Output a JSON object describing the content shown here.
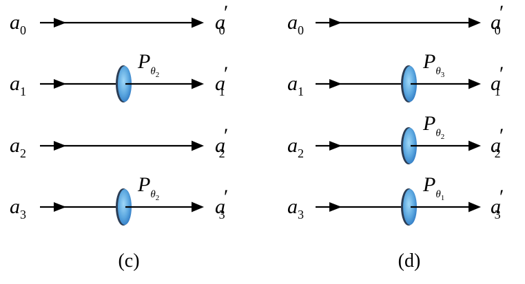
{
  "panels": [
    {
      "caption": "(c)",
      "rows": [
        {
          "in_var": "a",
          "in_sub": "0",
          "out_var": "a",
          "out_prime": "′",
          "out_sub": "0",
          "plate": null
        },
        {
          "in_var": "a",
          "in_sub": "1",
          "out_var": "a",
          "out_prime": "′",
          "out_sub": "1",
          "plate": {
            "P": "P",
            "theta": "θ",
            "index": "2"
          }
        },
        {
          "in_var": "a",
          "in_sub": "2",
          "out_var": "a",
          "out_prime": "′",
          "out_sub": "2",
          "plate": null
        },
        {
          "in_var": "a",
          "in_sub": "3",
          "out_var": "a",
          "out_prime": "′",
          "out_sub": "3",
          "plate": {
            "P": "P",
            "theta": "θ",
            "index": "2"
          }
        }
      ]
    },
    {
      "caption": "(d)",
      "rows": [
        {
          "in_var": "a",
          "in_sub": "0",
          "out_var": "a",
          "out_prime": "′",
          "out_sub": "0",
          "plate": null
        },
        {
          "in_var": "a",
          "in_sub": "1",
          "out_var": "a",
          "out_prime": "′",
          "out_sub": "1",
          "plate": {
            "P": "P",
            "theta": "θ",
            "index": "3"
          }
        },
        {
          "in_var": "a",
          "in_sub": "2",
          "out_var": "a",
          "out_prime": "′",
          "out_sub": "2",
          "plate": {
            "P": "P",
            "theta": "θ",
            "index": "2"
          }
        },
        {
          "in_var": "a",
          "in_sub": "3",
          "out_var": "a",
          "out_prime": "′",
          "out_sub": "3",
          "plate": {
            "P": "P",
            "theta": "θ",
            "index": "1"
          }
        }
      ]
    }
  ],
  "colors": {
    "line": "#000000",
    "plate_center": "#8fd0f5",
    "plate_edge": "#2f78c2"
  }
}
